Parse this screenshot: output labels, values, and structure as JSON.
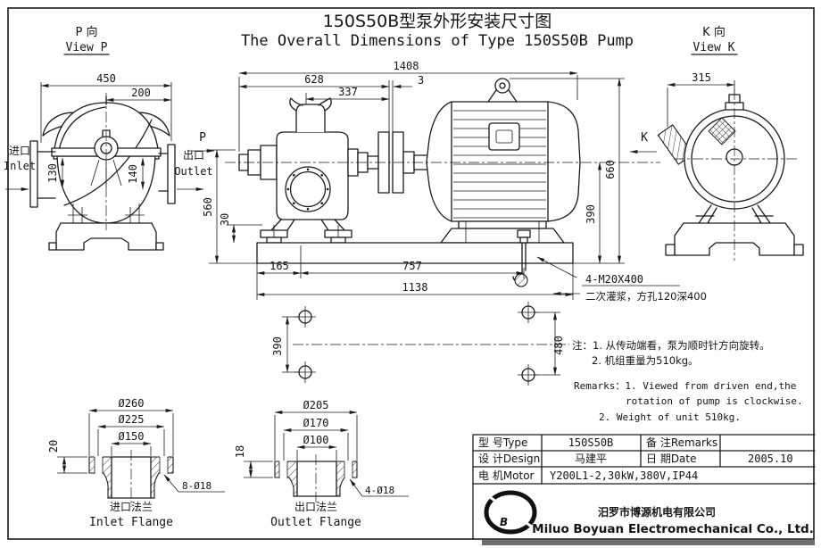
{
  "page": {
    "title_cn": "150S50B型泵外形安装尺寸图",
    "title_en": "The Overall Dimensions of Type 150S50B Pump"
  },
  "view_p": {
    "label_cn": "P 向",
    "label_en": "View P",
    "dim_450": "450",
    "dim_200": "200",
    "dim_130": "130",
    "dim_140": "140",
    "inlet_cn": "进口",
    "inlet_en": "Inlet",
    "outlet_cn": "出口",
    "outlet_en": "Outlet"
  },
  "view_k": {
    "label_cn": "K 向",
    "label_en": "View K",
    "dim_315": "315"
  },
  "main_view": {
    "p_arrow_label": "P",
    "k_arrow_label": "K",
    "dim_1408": "1408",
    "dim_628": "628",
    "dim_337": "337",
    "dim_3": "3",
    "dim_560": "560",
    "dim_30": "30",
    "dim_660": "660",
    "dim_390": "390",
    "dim_165": "165",
    "dim_757": "757",
    "dim_1138": "1138",
    "anchor_callout_line1": "4-M20X400",
    "anchor_callout_line2": "二次灌浆，方孔120深400"
  },
  "bolt_plan": {
    "dim_390": "390",
    "dim_480": "480"
  },
  "notes": {
    "cn_line1": "注：1. 从传动端看，泵为顺时针方向旋转。",
    "cn_line2": "2. 机组重量为510kg。",
    "en_line1": "Remarks：1. Viewed from driven end,the",
    "en_line2": "rotation of pump is  clockwise.",
    "en_line3": "2. Weight of unit 510kg."
  },
  "inlet_flange": {
    "dim_d260": "Ø260",
    "dim_d225": "Ø225",
    "dim_d150": "Ø150",
    "dim_20": "20",
    "holes": "8-Ø18",
    "label_cn": "进口法兰",
    "label_en": "Inlet Flange"
  },
  "outlet_flange": {
    "dim_d205": "Ø205",
    "dim_d170": "Ø170",
    "dim_d100": "Ø100",
    "dim_18": "18",
    "holes": "4-Ø18",
    "label_cn": "出口法兰",
    "label_en": "Outlet Flange"
  },
  "title_block": {
    "type_label": "型 号Type",
    "type_value": "150S50B",
    "remarks_label": "备 注Remarks",
    "remarks_value": "",
    "design_label": "设 计Design",
    "design_value": "马建平",
    "date_label": "日 期Date",
    "date_value": "2005.10",
    "motor_label": "电 机Motor",
    "motor_value": "Y200L1-2,30kW,380V,IP44"
  },
  "company": {
    "logo_letter": "B",
    "name_cn": "汨罗市博源机电有限公司",
    "name_en": "Miluo Boyuan Electromechanical Co., Ltd."
  },
  "colors": {
    "line": "#1a1a1a",
    "background": "#ffffff",
    "shadow": "#6e6e6e"
  }
}
